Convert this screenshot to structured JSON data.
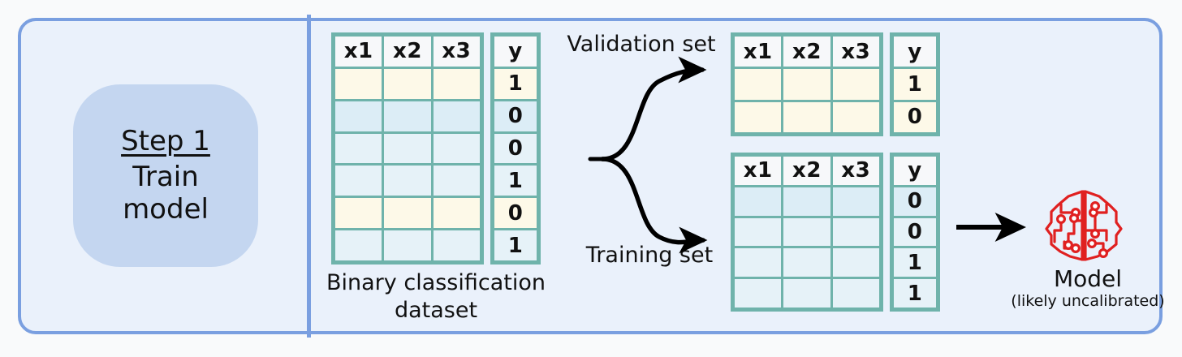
{
  "diagram": {
    "title": "Step 1 - Train model (binary classification train/validation split)",
    "step": {
      "title": "Step 1",
      "subtitle_line1": "Train",
      "subtitle_line2": "model"
    },
    "colors": {
      "panel_background": "#EAF1FB",
      "panel_border": "#7A9FE0",
      "step_badge": "#C4D6F0",
      "table_border": "#6FB3AB",
      "validation_row": "#FDF9E8",
      "training_row": "#E6F2F8",
      "header_cell": "#F7F8FA",
      "arrow": "#000000",
      "model_icon": "#E02020"
    },
    "tables": {
      "dataset": {
        "caption_line1": "Binary classification",
        "caption_line2": "dataset",
        "feature_headers": [
          "x1",
          "x2",
          "x3"
        ],
        "target_header": "y",
        "rows": [
          {
            "y": "1",
            "split": "validation"
          },
          {
            "y": "0",
            "split": "training"
          },
          {
            "y": "0",
            "split": "training"
          },
          {
            "y": "1",
            "split": "training"
          },
          {
            "y": "0",
            "split": "validation"
          },
          {
            "y": "1",
            "split": "training"
          }
        ]
      },
      "validation": {
        "label": "Validation set",
        "feature_headers": [
          "x1",
          "x2",
          "x3"
        ],
        "target_header": "y",
        "rows": [
          {
            "y": "1"
          },
          {
            "y": "0"
          }
        ]
      },
      "training": {
        "label": "Training set",
        "feature_headers": [
          "x1",
          "x2",
          "x3"
        ],
        "target_header": "y",
        "rows": [
          {
            "y": "0"
          },
          {
            "y": "0"
          },
          {
            "y": "1"
          },
          {
            "y": "1"
          }
        ]
      }
    },
    "model": {
      "icon": "brain-circuit-icon",
      "label": "Model",
      "note": "(likely uncalibrated)"
    },
    "arrows": {
      "split": "fork-arrow-split-dataset",
      "train": "arrow-training-to-model"
    }
  }
}
